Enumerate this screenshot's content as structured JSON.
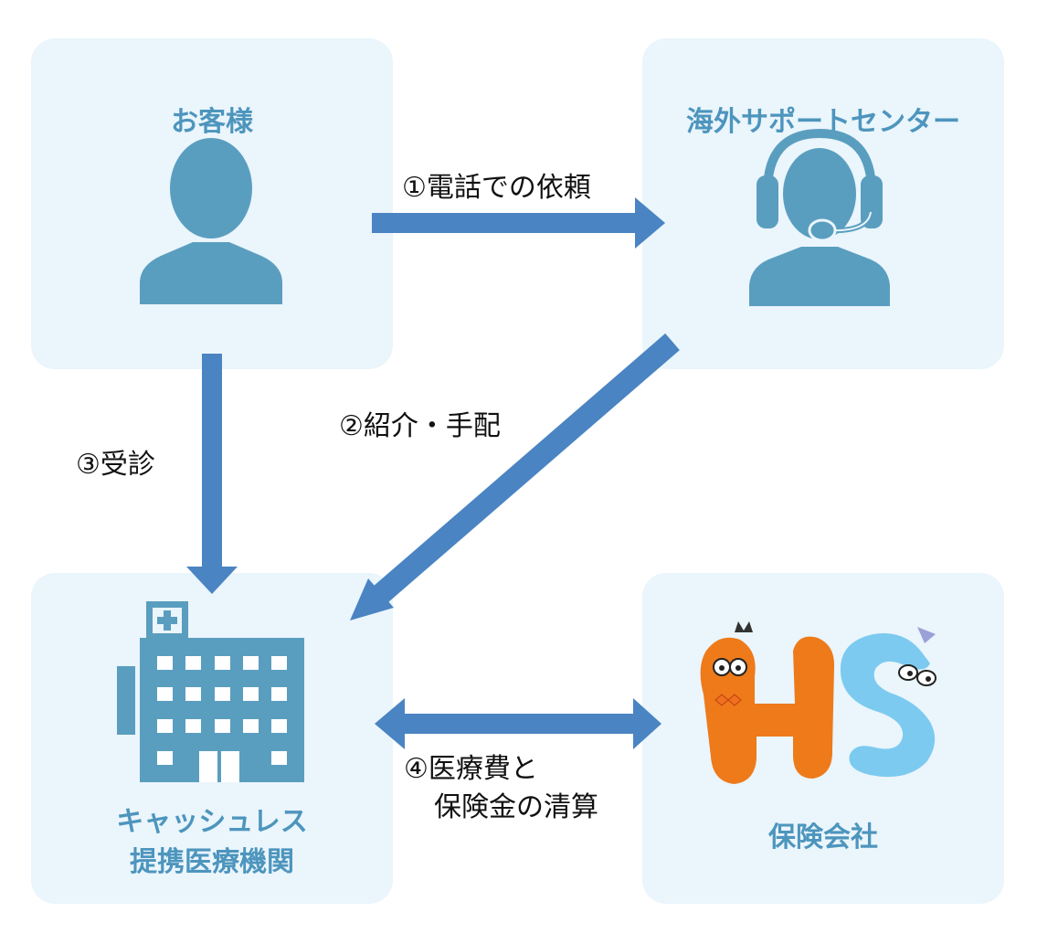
{
  "nodes": {
    "customer": {
      "label": "お客様"
    },
    "support_center": {
      "label": "海外サポートセンター"
    },
    "medical": {
      "label_line1": "キャッシュレス",
      "label_line2": "提携医療機関"
    },
    "insurer": {
      "label": "保険会社",
      "logo_text": "HS"
    }
  },
  "steps": {
    "step1": "①電話での依頼",
    "step2": "②紹介・手配",
    "step3": "③受診",
    "step4_line1": "④医療費と",
    "step4_line2": "保険金の清算"
  },
  "colors": {
    "box_fill": "#eaf5fc",
    "title": "#4d95bd",
    "icon": "#5a9ebf",
    "arrow": "#4a84c2",
    "logo_h": "#ee7a1a",
    "logo_s": "#7ccaf0"
  }
}
